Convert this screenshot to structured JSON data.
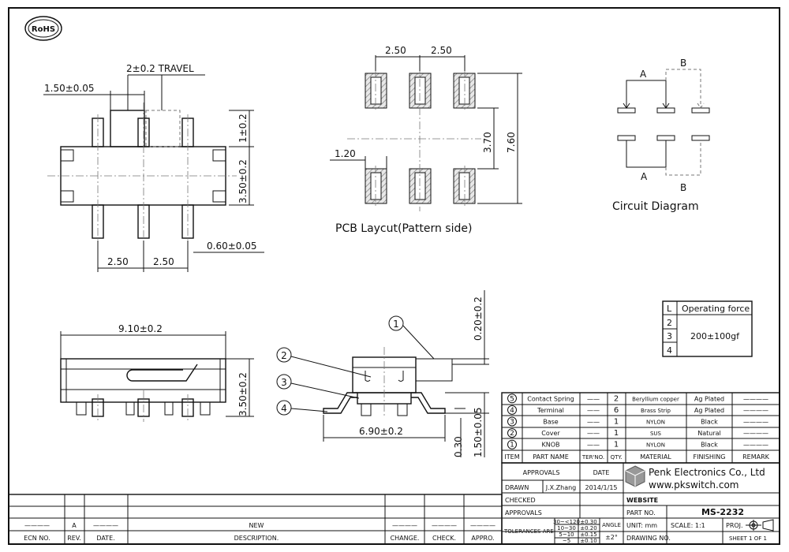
{
  "rohs": "RoHS",
  "top_view": {
    "travel": "2±0.2 TRAVEL",
    "knob_width": "1.50±0.05",
    "knob_height": "1±0.2",
    "body_height": "3.50±0.2",
    "pitch_left": "2.50",
    "pitch_right": "2.50",
    "pin_width": "0.60±0.05"
  },
  "pcb": {
    "pitch_left": "2.50",
    "pitch_right": "2.50",
    "pad_width": "1.20",
    "row_gap": "3.70",
    "total_height": "7.60",
    "caption": "PCB Laycut(Pattern side)"
  },
  "circuit": {
    "label_a_top": "A",
    "label_b_top": "B",
    "label_a_bottom": "A",
    "label_b_bottom": "B",
    "caption": "Circuit Diagram"
  },
  "front_view": {
    "length": "9.10±0.2",
    "height": "3.50±0.2"
  },
  "side_view": {
    "knob_top": "0.20±0.2",
    "base_height": "1.50±0.05",
    "pin_thickness": "0.30",
    "pin_span": "6.90±0.2",
    "callouts": [
      "1",
      "2",
      "3",
      "4"
    ]
  },
  "force_table": {
    "header_l": "L",
    "header_force": "Operating force",
    "rows": [
      "2",
      "3",
      "4"
    ],
    "value": "200±100gf"
  },
  "bom": {
    "rows": [
      {
        "item": "5",
        "name": "Contact Spring",
        "ter": "——",
        "qty": "2",
        "material": "Beryllium copper",
        "finishing": "Ag Plated",
        "remark": "————"
      },
      {
        "item": "4",
        "name": "Terminal",
        "ter": "——",
        "qty": "6",
        "material": "Brass Strip",
        "finishing": "Ag Plated",
        "remark": "————"
      },
      {
        "item": "3",
        "name": "Base",
        "ter": "——",
        "qty": "1",
        "material": "NYLON",
        "finishing": "Black",
        "remark": "————"
      },
      {
        "item": "2",
        "name": "Cover",
        "ter": "——",
        "qty": "1",
        "material": "SUS",
        "finishing": "Natural",
        "remark": "————"
      },
      {
        "item": "1",
        "name": "KNOB",
        "ter": "——",
        "qty": "1",
        "material": "NYLON",
        "finishing": "Black",
        "remark": "————"
      }
    ],
    "headers": {
      "item": "ITEM",
      "name": "PART NAME",
      "ter": "TER'NO.",
      "qty": "QTY.",
      "material": "MATERIAL",
      "finishing": "FINISHING",
      "remark": "REMARK"
    }
  },
  "title_block": {
    "approvals": "APPROVALS",
    "date": "DATE",
    "drawn": "DRAWN",
    "drawn_by": "J.X.Zhang",
    "drawn_date": "2014/1/15",
    "checked": "CHECKED",
    "approvals2": "APPROVALS",
    "company": "Penk Electronics Co., Ltd",
    "url": "www.pkswitch.com",
    "website": "WEBSITE",
    "part_no_label": "PART NO.",
    "part_no": "MS-2232",
    "tolerances": "TOLERANCES ARE",
    "tol_ranges": [
      "30~<120",
      "10~30",
      "5~10",
      "~5"
    ],
    "tol_values": [
      "±0.30",
      "±0.20",
      "±0.15",
      "±0.10"
    ],
    "angle": "ANGLE",
    "angle_value": "±2°",
    "unit": "UNIT: mm",
    "scale": "SCALE:  1:1",
    "proj": "PROJ.",
    "drawing_no": "DRAWING NO.",
    "sheet": "SHEET  1  OF  1"
  },
  "revision": {
    "rev_letter": "A",
    "desc": "NEW",
    "dash": "————",
    "headers": {
      "ecn": "ECN NO.",
      "rev": "REV.",
      "date": "DATE.",
      "description": "DESCRIPTION.",
      "change": "CHANGE.",
      "check": "CHECK.",
      "appro": "APPRO."
    }
  }
}
